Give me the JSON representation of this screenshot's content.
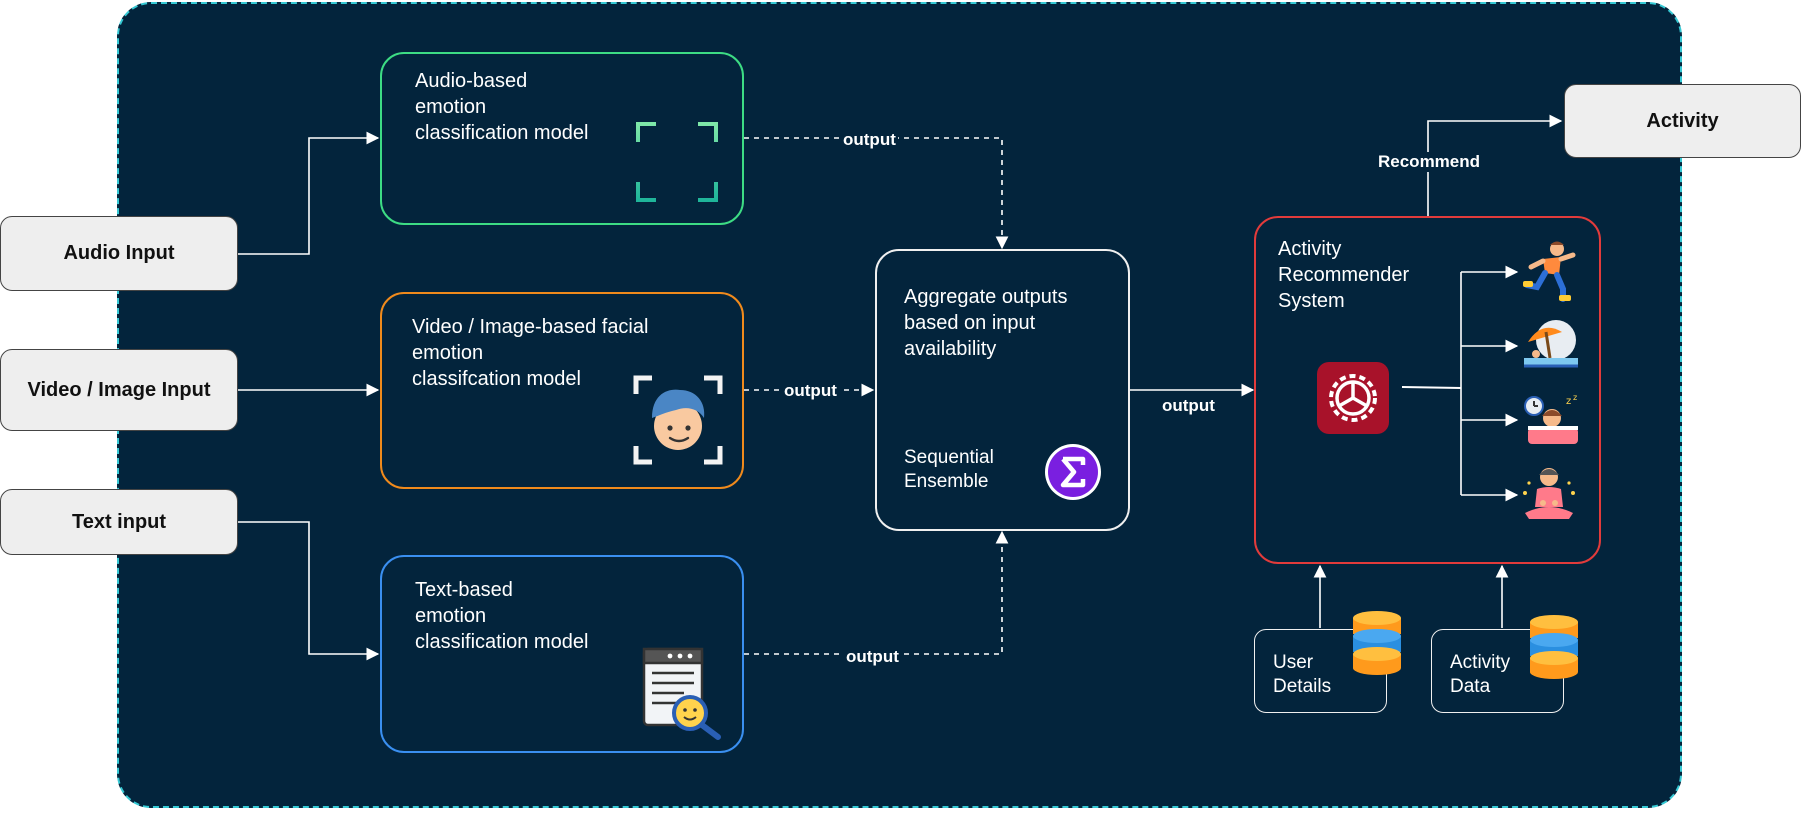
{
  "inputs": {
    "audio": "Audio Input",
    "video": "Video / Image Input",
    "text": "Text input"
  },
  "models": {
    "audio": "Audio-based\nemotion\nclassification model",
    "video": "Video / Image-based facial\nemotion\nclassifcation model",
    "text": "Text-based\nemotion\nclassification model"
  },
  "aggregator": {
    "title": "Aggregate outputs\nbased on input\navailability",
    "method": "Sequential\nEnsemble",
    "icon": "sigma-icon"
  },
  "edges": {
    "audio_output": "output",
    "video_output": "output",
    "text_output": "output",
    "aggregate_output": "output",
    "recommend": "Recommend"
  },
  "recommender": {
    "title": "Activity\nRecommender\nSystem",
    "icon": "gear-icon",
    "activities": [
      "running-person-icon",
      "beach-umbrella-icon",
      "sleeping-person-icon",
      "meditation-icon"
    ]
  },
  "data_sources": {
    "user": "User\nDetails",
    "activity": "Activity\nData",
    "icon": "database-icon"
  },
  "output": {
    "activity": "Activity"
  },
  "colors": {
    "background": "#03243c",
    "border_dashed": "#35c9d4",
    "audio_border": "#3ddc84",
    "video_border": "#f08a1c",
    "text_border": "#3a8ff0",
    "recommender_border": "#e23b3b",
    "sigma": "#7a1fe0",
    "gear": "#a8122a"
  }
}
